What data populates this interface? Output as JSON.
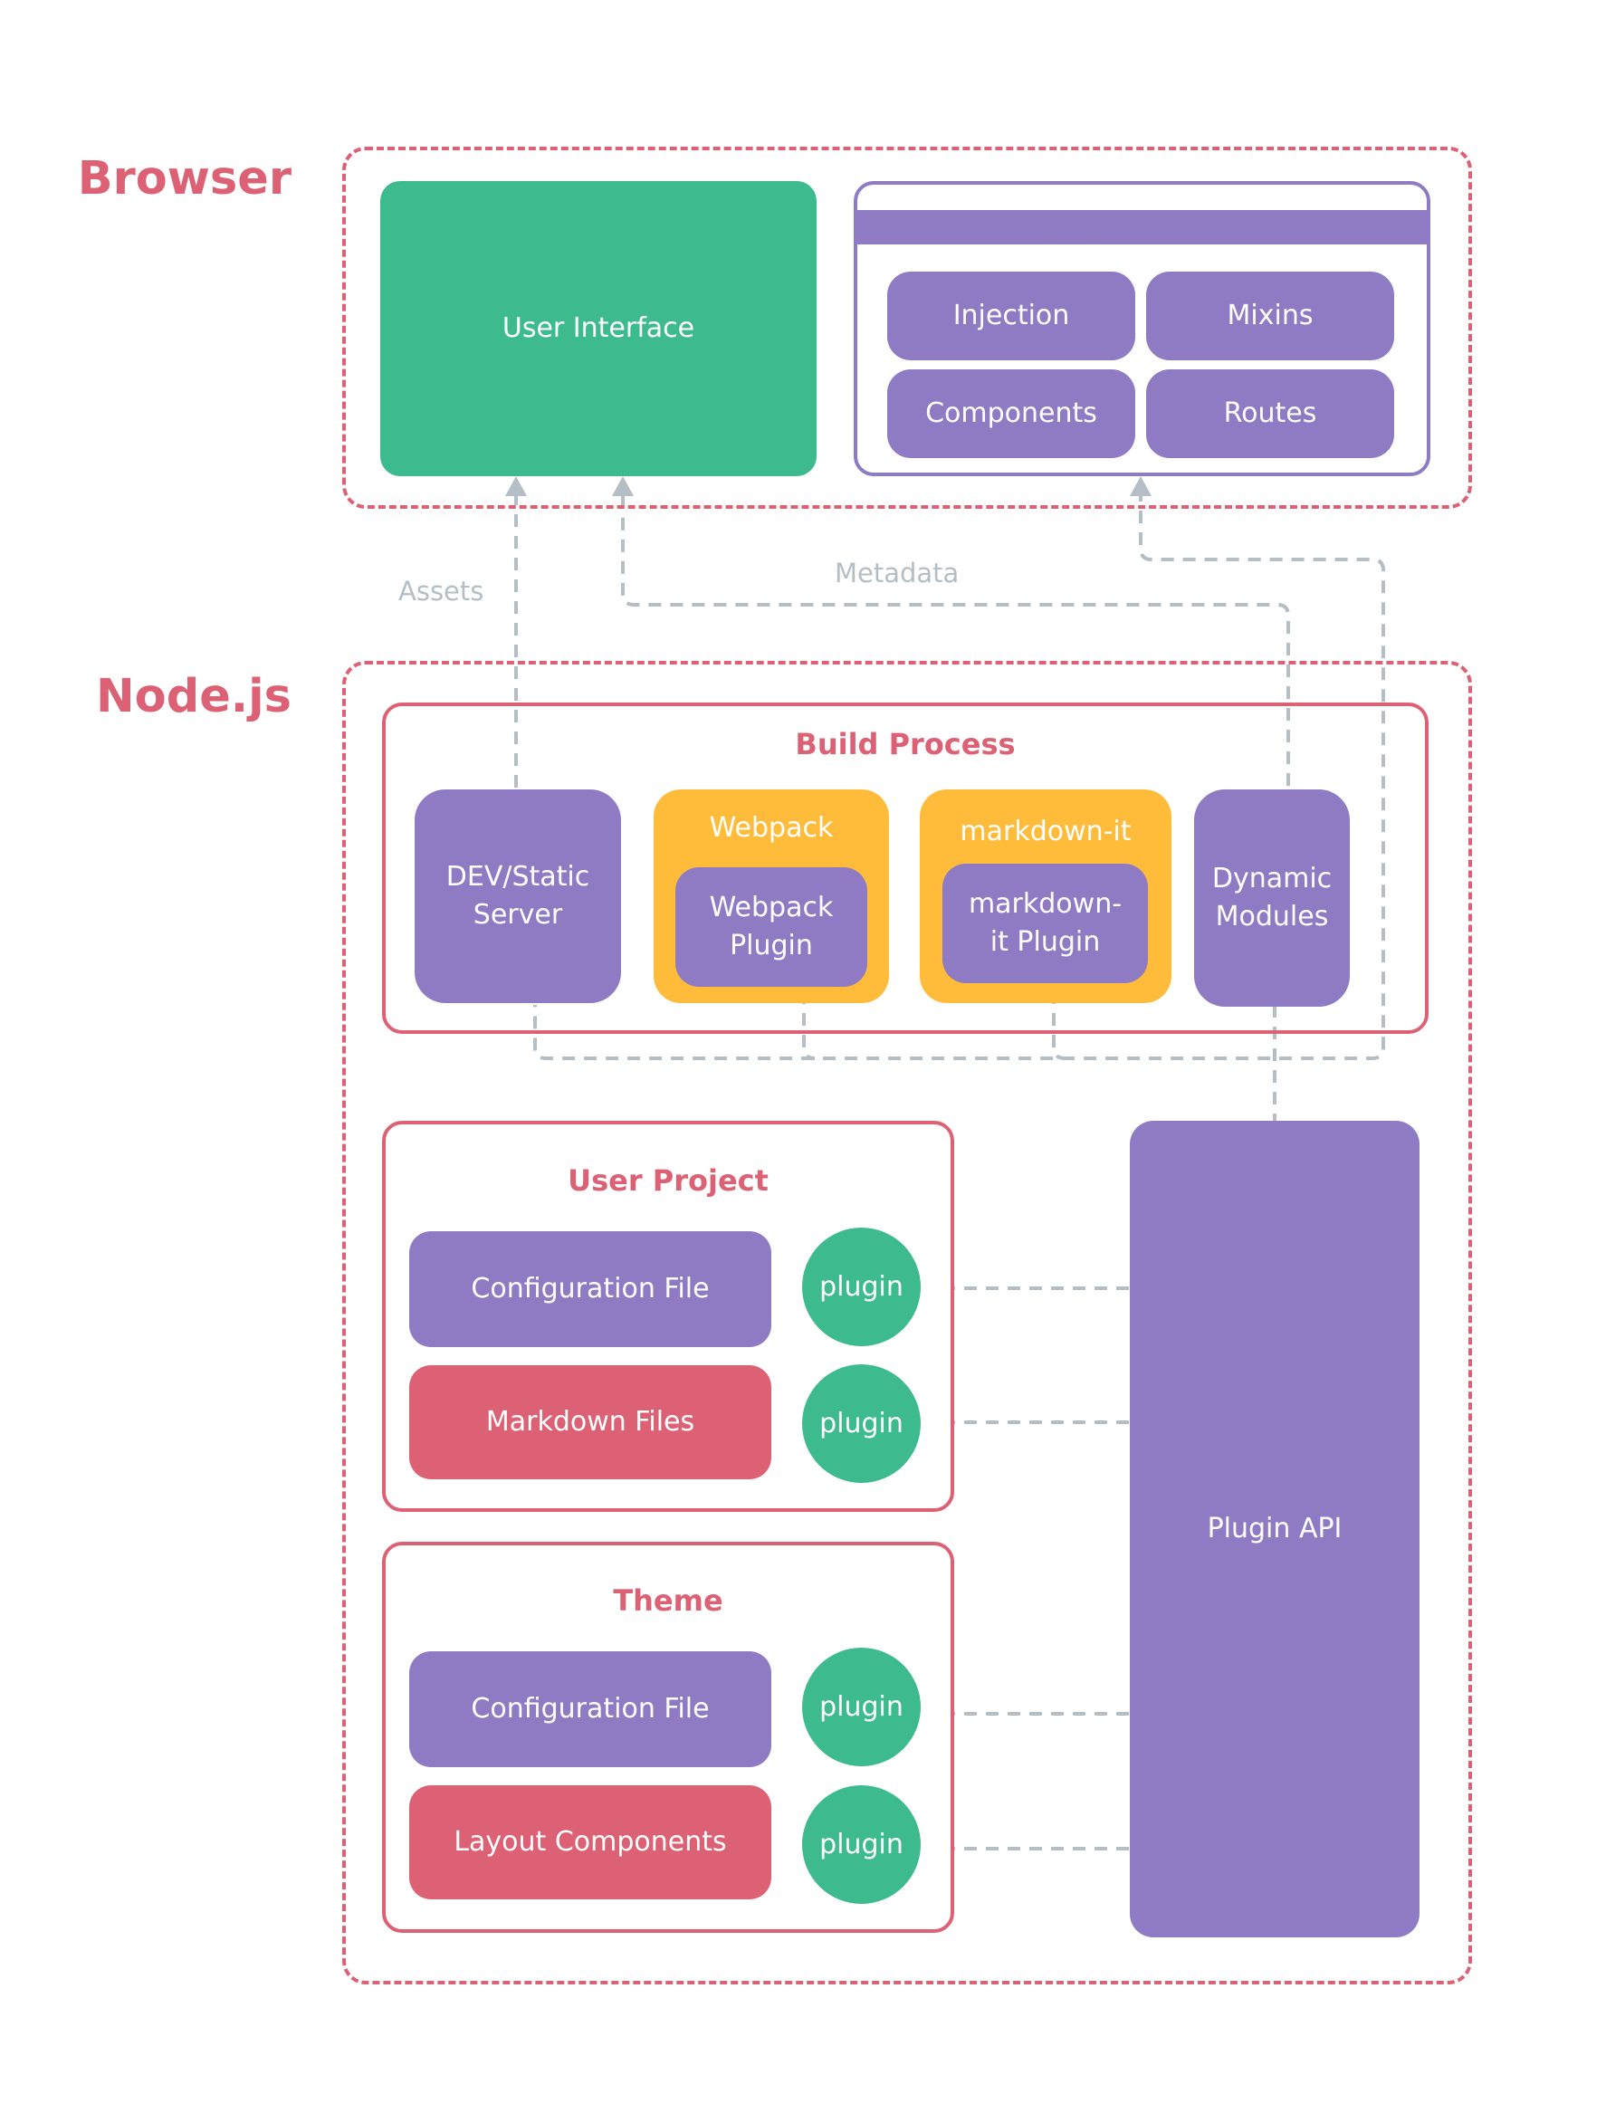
{
  "browser": {
    "label": "Browser",
    "user_interface": "User Interface",
    "client_addons": {
      "title": "Client Addons",
      "items": [
        "Injection",
        "Mixins",
        "Components",
        "Routes"
      ]
    }
  },
  "arrows": {
    "assets": "Assets",
    "metadata": "Metadata"
  },
  "node": {
    "label": "Node.js",
    "build_process": {
      "title": "Build Process",
      "dev_server": "DEV/Static Server",
      "webpack": {
        "title": "Webpack",
        "plugin": "Webpack Plugin"
      },
      "markdown_it": {
        "title": "markdown-it",
        "plugin": "markdown-it Plugin"
      },
      "dynamic_modules": "Dynamic Modules"
    },
    "user_project": {
      "title": "User Project",
      "config_file": "Configuration File",
      "markdown_files": "Markdown Files",
      "plugin_a": "plugin",
      "plugin_b": "plugin"
    },
    "theme": {
      "title": "Theme",
      "config_file": "Configuration File",
      "layout_components": "Layout Components",
      "plugin_a": "plugin",
      "plugin_b": "plugin"
    },
    "plugin_api": "Plugin API"
  },
  "colors": {
    "green": "#3dbb8f",
    "purple": "#8e7bc3",
    "red": "#dd6174",
    "orange": "#ffbc3a",
    "connector": "#b4bec4"
  }
}
